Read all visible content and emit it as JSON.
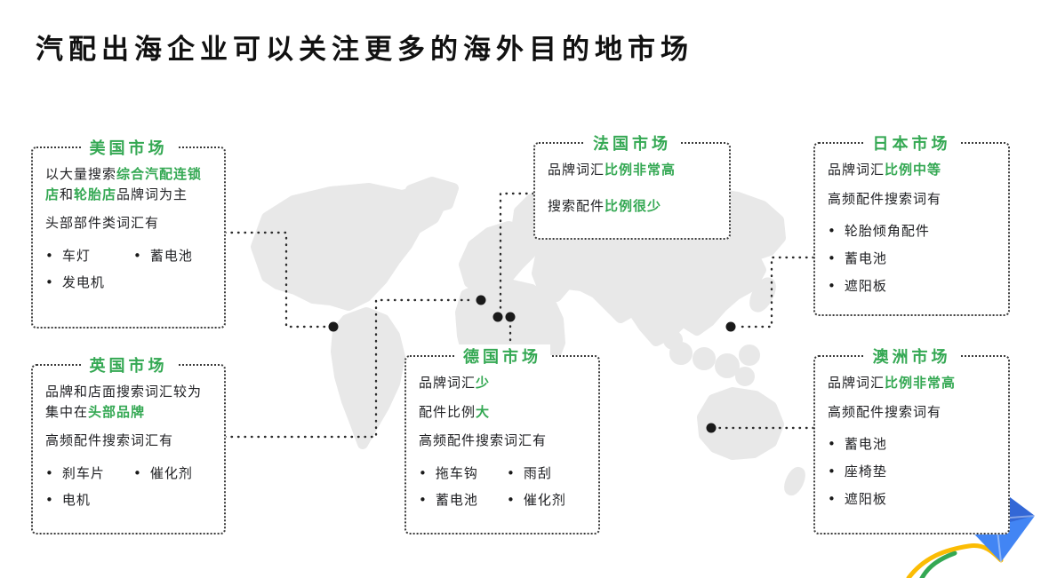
{
  "page": {
    "title": "汽配出海企业可以关注更多的海外目的地市场"
  },
  "colors": {
    "accent_green": "#34a853",
    "text": "#202124",
    "map_gray": "#e8e8e8",
    "dot_black": "#1a1a1a",
    "connector": "#2b2b2b",
    "kite_blue": "#4285f4",
    "kite_blue_dark": "#3367d6",
    "kite_yellow": "#fbbc04"
  },
  "logo": {
    "icon": "kite-icon"
  },
  "markets": [
    {
      "id": "us",
      "title": "美国市场",
      "blocks": [
        {
          "type": "p",
          "segments": [
            {
              "t": "以大量搜索"
            },
            {
              "t": "综合汽配连锁店",
              "highlight": true
            },
            {
              "t": "和"
            },
            {
              "t": "轮胎店",
              "highlight": true
            },
            {
              "t": "品牌词为主"
            }
          ]
        },
        {
          "type": "p",
          "segments": [
            {
              "t": "头部部件类词汇有"
            }
          ]
        },
        {
          "type": "bullets",
          "columns": 2,
          "items": [
            "车灯",
            "蓄电池",
            "发电机"
          ]
        }
      ]
    },
    {
      "id": "uk",
      "title": "英国市场",
      "blocks": [
        {
          "type": "p",
          "segments": [
            {
              "t": "品牌和店面搜索词汇较为集中在"
            },
            {
              "t": "头部品牌",
              "highlight": true
            }
          ]
        },
        {
          "type": "p",
          "segments": [
            {
              "t": "高频配件搜索词汇有"
            }
          ]
        },
        {
          "type": "bullets",
          "columns": 2,
          "items": [
            "刹车片",
            "催化剂",
            "电机"
          ]
        }
      ]
    },
    {
      "id": "fr",
      "title": "法国市场",
      "blocks": [
        {
          "type": "p",
          "segments": [
            {
              "t": "品牌词汇"
            },
            {
              "t": "比例非常高",
              "highlight": true
            }
          ]
        },
        {
          "type": "p",
          "segments": [
            {
              "t": "搜索配件"
            },
            {
              "t": "比例很少",
              "highlight": true
            }
          ]
        }
      ]
    },
    {
      "id": "de",
      "title": "德国市场",
      "blocks": [
        {
          "type": "p",
          "segments": [
            {
              "t": "品牌词汇"
            },
            {
              "t": "少",
              "highlight": true
            }
          ]
        },
        {
          "type": "p",
          "segments": [
            {
              "t": "配件比例"
            },
            {
              "t": "大",
              "highlight": true
            }
          ]
        },
        {
          "type": "p",
          "segments": [
            {
              "t": "高频配件搜索词汇有"
            }
          ]
        },
        {
          "type": "bullets",
          "columns": 2,
          "items": [
            "拖车钩",
            "雨刮",
            "蓄电池",
            "催化剂"
          ]
        }
      ]
    },
    {
      "id": "jp",
      "title": "日本市场",
      "blocks": [
        {
          "type": "p",
          "segments": [
            {
              "t": "品牌词汇"
            },
            {
              "t": "比例中等",
              "highlight": true
            }
          ]
        },
        {
          "type": "p",
          "segments": [
            {
              "t": "高频配件搜索词有"
            }
          ]
        },
        {
          "type": "bullets",
          "columns": 1,
          "items": [
            "轮胎倾角配件",
            "蓄电池",
            "遮阳板"
          ]
        }
      ]
    },
    {
      "id": "au",
      "title": "澳洲市场",
      "blocks": [
        {
          "type": "p",
          "segments": [
            {
              "t": "品牌词汇"
            },
            {
              "t": "比例非常高",
              "highlight": true
            }
          ]
        },
        {
          "type": "p",
          "segments": [
            {
              "t": "高频配件搜索词有"
            }
          ]
        },
        {
          "type": "bullets",
          "columns": 1,
          "items": [
            "蓄电池",
            "座椅垫",
            "遮阳板"
          ]
        }
      ]
    }
  ]
}
